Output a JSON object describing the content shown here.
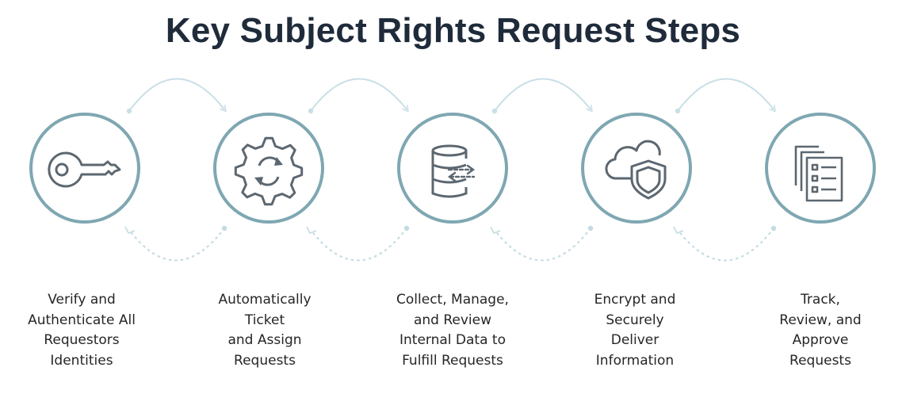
{
  "title": "Key Subject Rights Request Steps",
  "colors": {
    "ring": "#7fa7b2",
    "icon": "#5c6770",
    "arrow": "#c9dfe6",
    "dots": "#c3dbe2",
    "title": "#1f2b3a"
  },
  "steps": [
    {
      "icon": "key-icon",
      "label_lines": [
        "Verify and",
        "Authenticate All",
        "Requestors",
        "Identities"
      ]
    },
    {
      "icon": "gear-sync-icon",
      "label_lines": [
        "Automatically",
        "Ticket",
        "and Assign",
        "Requests"
      ]
    },
    {
      "icon": "database-transfer-icon",
      "label_lines": [
        "Collect, Manage,",
        "and Review",
        "Internal Data to",
        "Fulfill Requests"
      ]
    },
    {
      "icon": "cloud-shield-icon",
      "label_lines": [
        "Encrypt and",
        "Securely",
        "Deliver",
        "Information"
      ]
    },
    {
      "icon": "documents-checklist-icon",
      "label_lines": [
        "Track,",
        "Review, and",
        "Approve",
        "Requests"
      ]
    }
  ]
}
